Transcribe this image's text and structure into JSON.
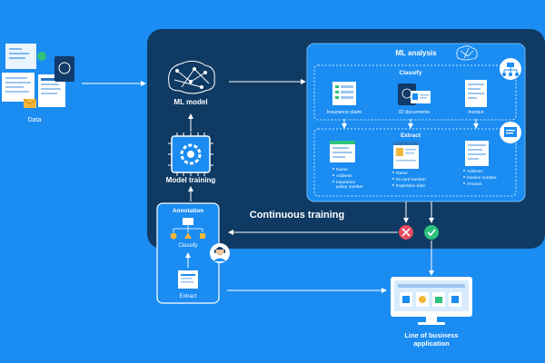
{
  "data_source": {
    "label": "Data"
  },
  "ml_model": {
    "label": "ML model"
  },
  "model_training": {
    "label": "Model training"
  },
  "continuous_training": {
    "label": "Continuous training"
  },
  "ml_analysis": {
    "title": "ML analysis",
    "classify": {
      "title": "Classify",
      "items": [
        "Insurance claim",
        "ID documents",
        "Invoice"
      ]
    },
    "extract": {
      "title": "Extract",
      "columns": [
        [
          "Name",
          "Address",
          "Insurance",
          "policy number"
        ],
        [
          "Name",
          "ID card number",
          "Expiration date"
        ],
        [
          "Address",
          "Invoice number",
          "Amount"
        ]
      ]
    }
  },
  "annotation": {
    "title": "Annotation",
    "classify_label": "Classify",
    "extract_label": "Extract"
  },
  "line_of_business": {
    "label_line1": "Line of business",
    "label_line2": "application"
  },
  "colors": {
    "background": "#1a8cf2",
    "panel": "#0f3a63",
    "white": "#ffffff",
    "reject": "#e84a5f",
    "accept": "#2ec27e"
  }
}
